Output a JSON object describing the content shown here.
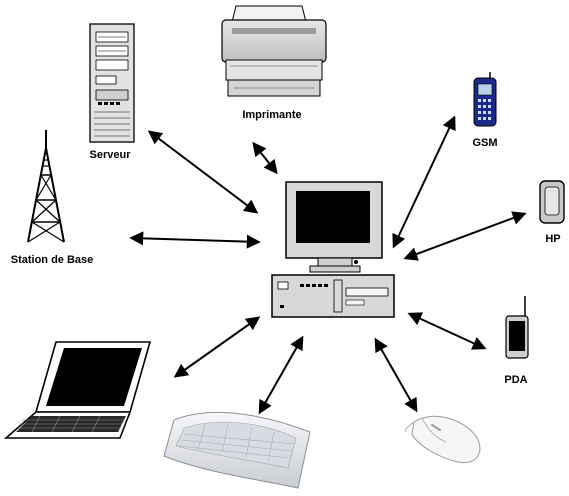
{
  "labels": {
    "serveur": "Serveur",
    "imprimante": "Imprimante",
    "gsm": "GSM",
    "hp": "HP",
    "station": "Station de Base",
    "pda": "PDA"
  },
  "colors": {
    "stroke": "#000000",
    "monitor_body": "#d4d4d4",
    "screen": "#000000",
    "phone_blue": "#1a2a8c",
    "keyboard": "#e6e8ec",
    "mouse": "#f4f4f4"
  }
}
